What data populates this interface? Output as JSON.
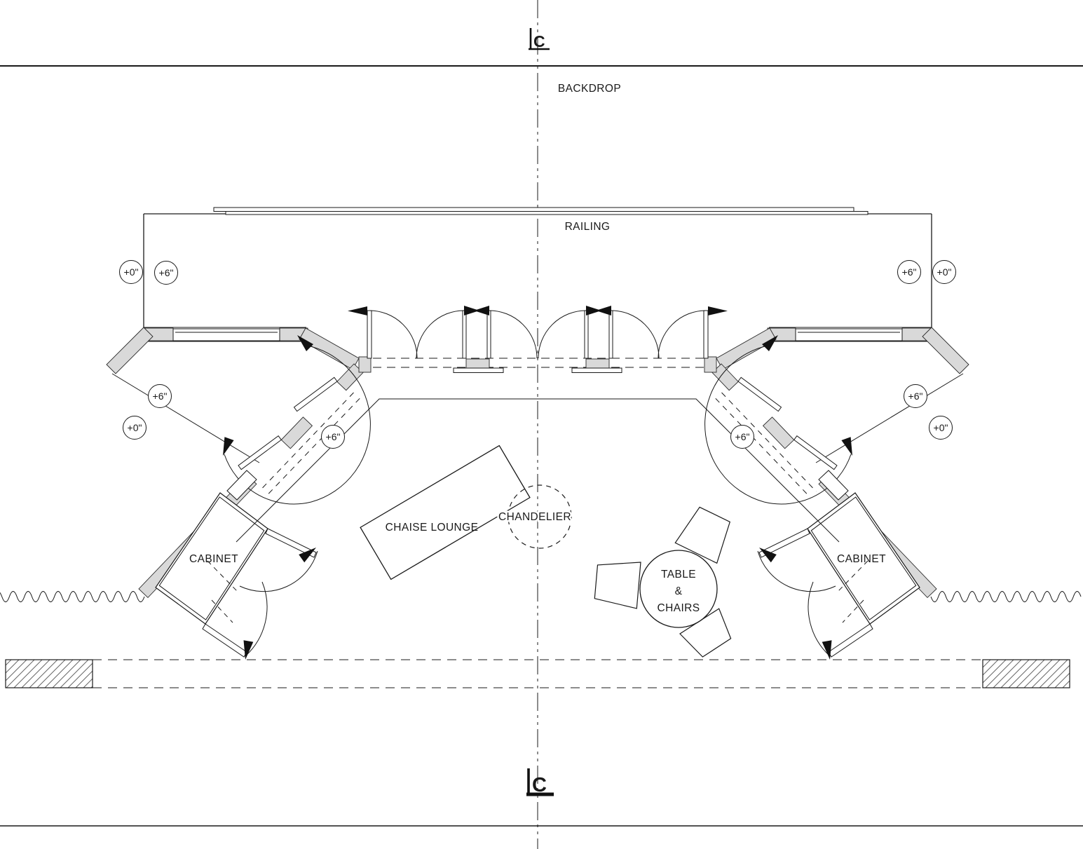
{
  "drawing": {
    "backdrop_label": "BACKDROP",
    "railing_label": "RAILING",
    "chaise_label": "CHAISE LOUNGE",
    "chandelier_label": "CHANDELIER",
    "table_label_line1": "TABLE",
    "table_label_line2": "&",
    "table_label_line3": "CHAIRS",
    "cabinet_left_label": "CABINET",
    "cabinet_right_label": "CABINET",
    "centerline_top_symbol": "C",
    "centerline_bottom_symbol": "C"
  },
  "elevation_markers": [
    {
      "id": "platform-left-outer",
      "label": "+0\""
    },
    {
      "id": "platform-left-inner",
      "label": "+6\""
    },
    {
      "id": "platform-right-inner",
      "label": "+6\""
    },
    {
      "id": "platform-right-outer",
      "label": "+0\""
    },
    {
      "id": "splay-left-upper",
      "label": "+6\""
    },
    {
      "id": "splay-left-lower",
      "label": "+0\""
    },
    {
      "id": "splay-right-upper",
      "label": "+6\""
    },
    {
      "id": "splay-right-lower",
      "label": "+0\""
    },
    {
      "id": "vestibule-left",
      "label": "+6\""
    },
    {
      "id": "vestibule-right",
      "label": "+6\""
    }
  ],
  "colors": {
    "wall_fill": "#d9d9d9",
    "line": "#1a1a1a"
  }
}
